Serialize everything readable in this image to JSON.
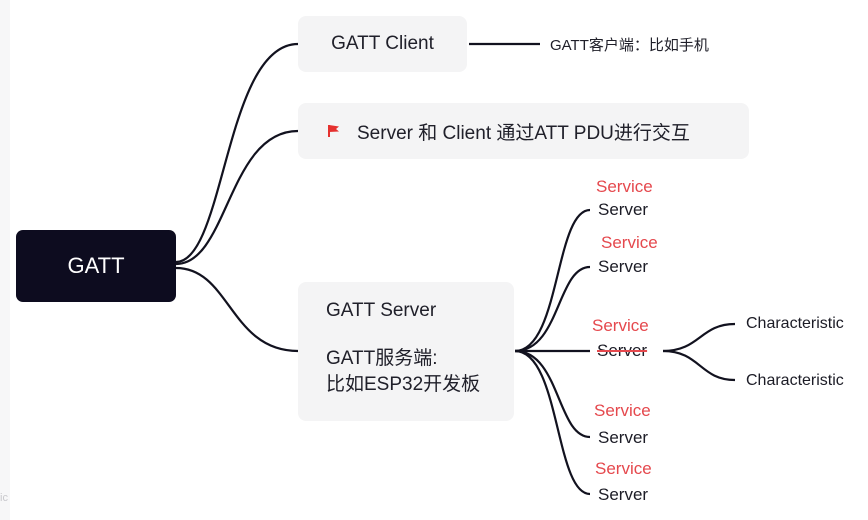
{
  "diagram": {
    "type": "mind-map",
    "root": {
      "label": "GATT"
    },
    "client": {
      "label": "GATT Client",
      "note": "GATT客户端：比如手机"
    },
    "interaction": {
      "icon": "flag-icon",
      "label": "Server 和 Client 通过ATT PDU进行交互",
      "icon_color": "#e5312f"
    },
    "server": {
      "title": "GATT Server",
      "desc_line1": "GATT服务端:",
      "desc_line2": "比如ESP32开发板"
    },
    "services": [
      {
        "annotation": "Service",
        "label": "Server",
        "struck": false
      },
      {
        "annotation": "Service",
        "label": "Server",
        "struck": false
      },
      {
        "annotation": "Service",
        "label": "Server",
        "struck": true,
        "children": [
          "Characteristic",
          "Characteristic"
        ]
      },
      {
        "annotation": "Service",
        "label": "Server",
        "struck": false
      },
      {
        "annotation": "Service",
        "label": "Server",
        "struck": false
      }
    ],
    "watermark": "ic"
  },
  "colors": {
    "root_bg": "#0d0c1f",
    "node_bg": "#f4f4f5",
    "annotation": "#e5484d",
    "line": "#12121f"
  }
}
